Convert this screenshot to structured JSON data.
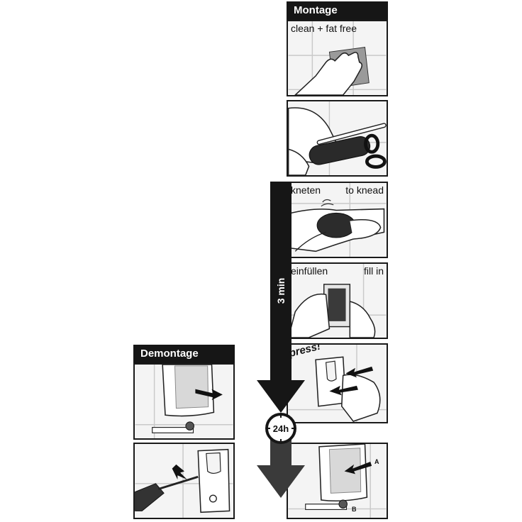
{
  "montage": {
    "header": "Montage",
    "step1_caption": "clean + fat free",
    "step3_caption_de": "kneten",
    "step3_caption_en": "to knead",
    "step4_caption_de": "einfüllen",
    "step4_caption_en": "fill in",
    "step5_caption": "press!",
    "step6_label_a": "A",
    "step6_label_b": "B"
  },
  "timing": {
    "bar_label": "3 min",
    "clock_label": "24h"
  },
  "demontage": {
    "header": "Demontage"
  },
  "colors": {
    "ink": "#161616",
    "panel_bg": "#f4f4f4",
    "tile_line": "#c9c9c9",
    "arrow": "#3a3a3a"
  }
}
